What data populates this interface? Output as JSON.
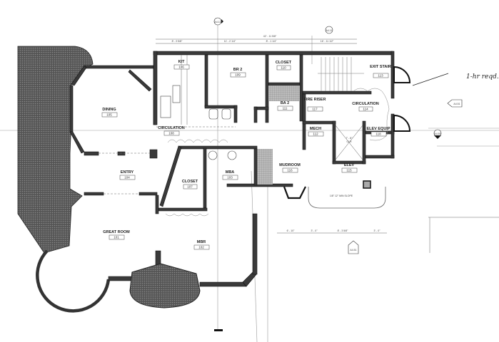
{
  "drawing": {
    "type": "architectural floor plan",
    "handwritten_note": "1-hr reqd.",
    "overall_dimension": "42' - 11 5/8\"",
    "top_dimensions": [
      "8' - 9 5/8\"",
      "11' - 2 1/4\"",
      "8' - 1 1/4\"",
      "16' - 11 1/2\""
    ],
    "section_markers": [
      {
        "id": "1",
        "sheet": "A4.11"
      },
      {
        "id": "2",
        "sheet": "A4.11"
      },
      {
        "id": "1",
        "sheet": "A4.50"
      },
      {
        "id": "1",
        "sheet": "A4.51"
      },
      {
        "id": "2",
        "sheet": "A4.51"
      }
    ],
    "ramp_note": "1/8\" 12\" MIN SLOPE",
    "bottom_dimensions": [
      "6' - 10\"",
      "3' - 0\"",
      "8' - 3 5/8\"",
      "3' - 0\""
    ]
  },
  "rooms": [
    {
      "name": "DINING",
      "number": "105"
    },
    {
      "name": "KIT",
      "number": "106"
    },
    {
      "name": "BR 2",
      "number": "109"
    },
    {
      "name": "CLOSET",
      "number": "110"
    },
    {
      "name": "EXIT STAIR",
      "number": "113"
    },
    {
      "name": "BA 2",
      "number": "111"
    },
    {
      "name": "FIRE RISER",
      "number": "117"
    },
    {
      "name": "CIRCULATION",
      "number": "114"
    },
    {
      "name": "MECH",
      "number": "112"
    },
    {
      "name": "ELEV EQUIP",
      "number": "118"
    },
    {
      "name": "CIRCULATION",
      "number": "108"
    },
    {
      "name": "ENTRY",
      "number": "104"
    },
    {
      "name": "CLOSET",
      "number": "107"
    },
    {
      "name": "MBA",
      "number": "103"
    },
    {
      "name": "MUDROOM",
      "number": "116"
    },
    {
      "name": "ELEV",
      "number": "115"
    },
    {
      "name": "GREAT ROOM",
      "number": "101"
    },
    {
      "name": "MBR",
      "number": "102"
    }
  ],
  "elevator": {
    "label": "CLR",
    "size": "7' - 8\""
  }
}
